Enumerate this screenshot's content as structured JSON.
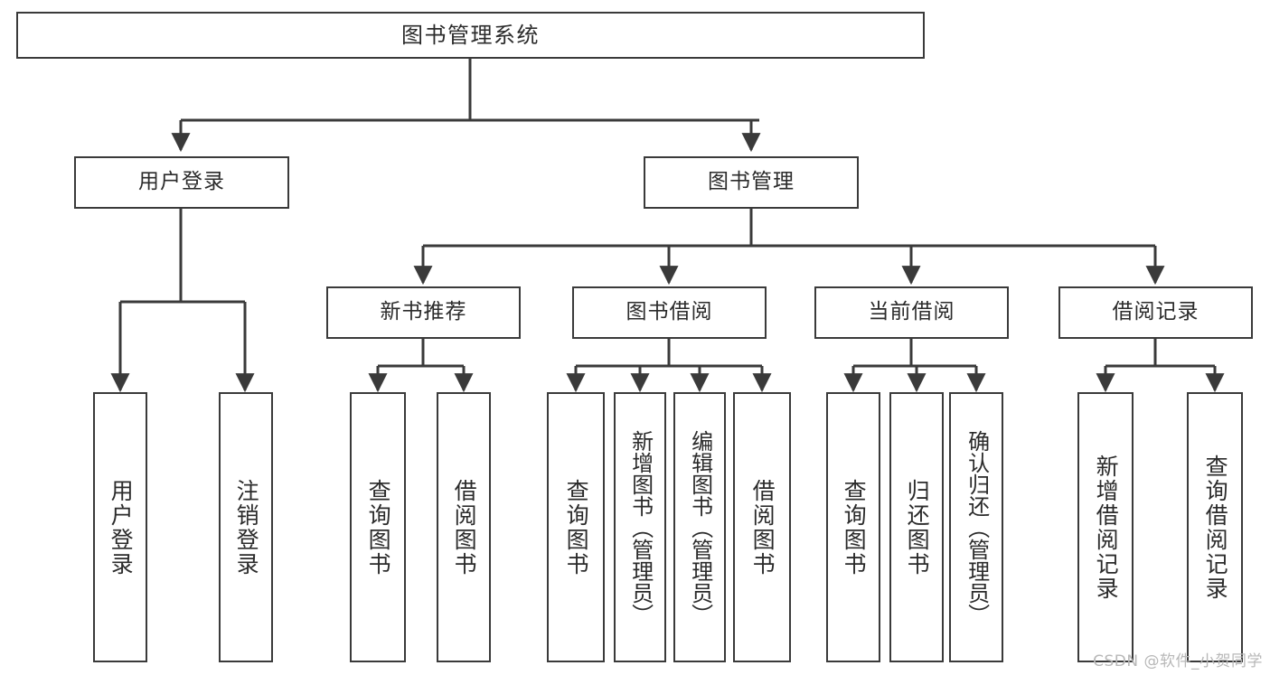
{
  "diagram": {
    "title": "图书管理系统",
    "type": "function-structure-tree",
    "watermark": "CSDN @软件_小贺同学",
    "colors": {
      "stroke": "#3a3a3a",
      "text": "#2b2b2b",
      "background": "#ffffff",
      "watermark": "#b8b8b8"
    },
    "root": {
      "label": "图书管理系统"
    },
    "level2": [
      {
        "label": "用户登录"
      },
      {
        "label": "图书管理"
      }
    ],
    "level3": [
      {
        "label": "新书推荐"
      },
      {
        "label": "图书借阅"
      },
      {
        "label": "当前借阅"
      },
      {
        "label": "借阅记录"
      }
    ],
    "leaves": {
      "user_login": [
        {
          "label": "用户登录"
        },
        {
          "label": "注销登录"
        }
      ],
      "new_book_recommend": [
        {
          "label": "查询图书"
        },
        {
          "label": "借阅图书"
        }
      ],
      "book_borrow": [
        {
          "label": "查询图书"
        },
        {
          "label": "新增图书（管理员）"
        },
        {
          "label": "编辑图书（管理员）"
        },
        {
          "label": "借阅图书"
        }
      ],
      "current_borrow": [
        {
          "label": "查询图书"
        },
        {
          "label": "归还图书"
        },
        {
          "label": "确认归还（管理员）"
        }
      ],
      "borrow_record": [
        {
          "label": "新增借阅记录"
        },
        {
          "label": "查询借阅记录"
        }
      ]
    }
  }
}
